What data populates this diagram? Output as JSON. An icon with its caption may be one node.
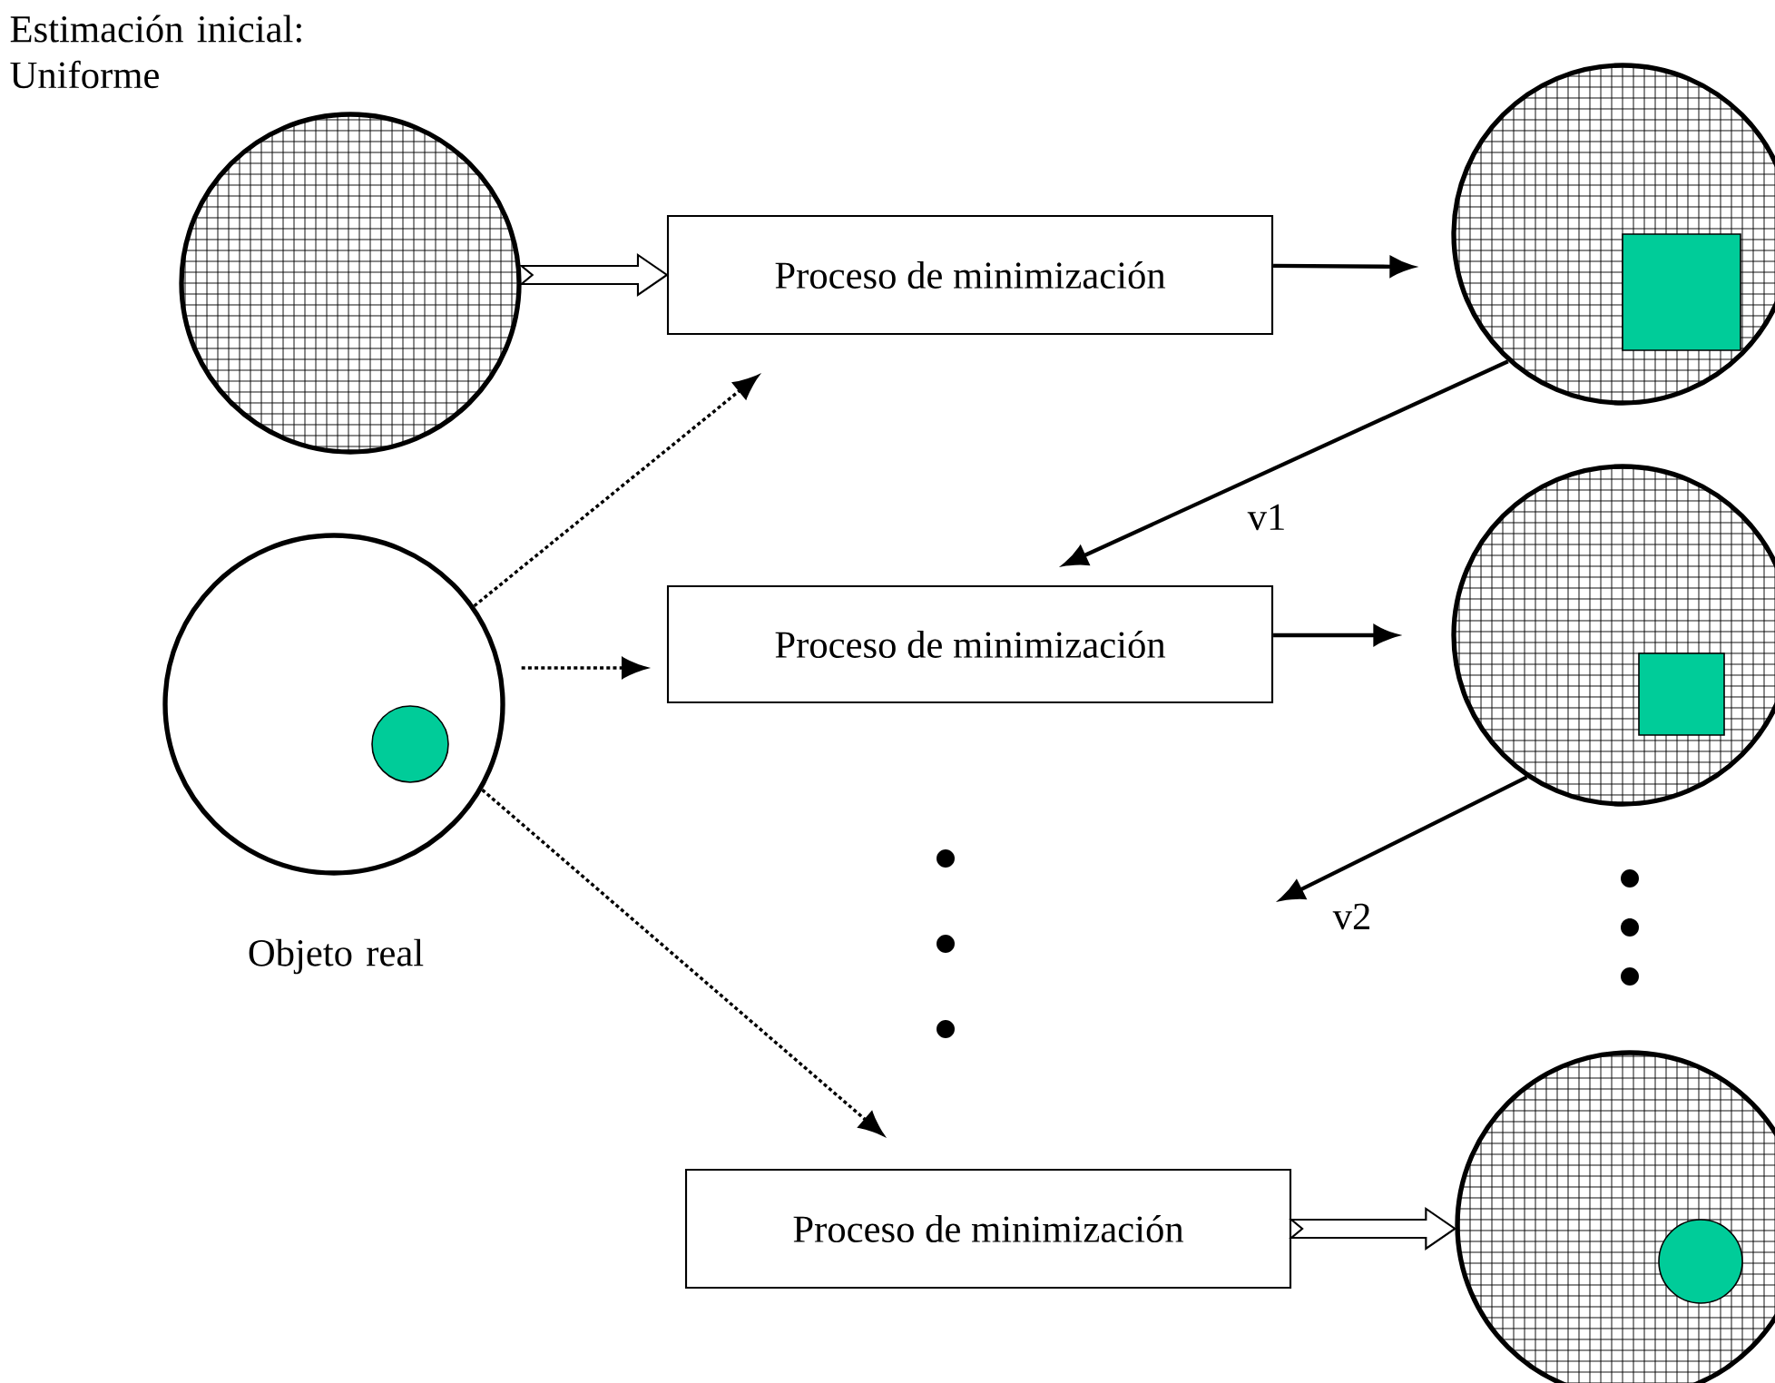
{
  "diagram": {
    "nodes": [
      {
        "text": [],
        "shape": "circle",
        "beside": [
          "Estimación inicial: Uniforme"
        ]
      },
      {
        "text": [],
        "shape": "circle",
        "beside": [
          "Objeto real"
        ]
      },
      {
        "text": [
          "Proceso de minimización"
        ]
      },
      {
        "text": [
          "Proceso de minimización"
        ]
      },
      {
        "text": [
          "Proceso de minimización"
        ]
      },
      {
        "text": [],
        "shape": "circle"
      },
      {
        "text": [],
        "shape": "circle"
      },
      {
        "text": [],
        "shape": "circle"
      }
    ],
    "edges": [
      {
        "from": 0,
        "to": 2,
        "arrow": "to",
        "style": "thick"
      },
      {
        "from": 1,
        "to": 2,
        "arrow": "to",
        "style": "dashed"
      },
      {
        "from": 1,
        "to": 3,
        "arrow": "to",
        "style": "dashed"
      },
      {
        "from": 1,
        "to": 4,
        "arrow": "to",
        "style": "dashed"
      },
      {
        "from": 2,
        "to": 5,
        "arrow": "to"
      },
      {
        "from": 5,
        "to": 3,
        "arrow": "to",
        "label": "v1"
      },
      {
        "from": 3,
        "to": 6,
        "arrow": "to"
      },
      {
        "from": 6,
        "to": null,
        "arrow": "to",
        "label": "v2"
      },
      {
        "from": 4,
        "to": 7,
        "arrow": "to",
        "style": "thick"
      }
    ]
  }
}
